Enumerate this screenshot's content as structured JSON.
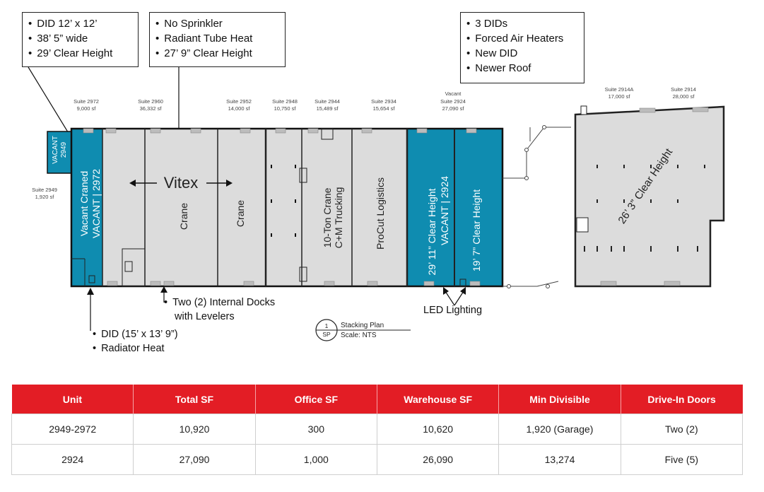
{
  "callouts": {
    "left": [
      "DID 12’ x 12’",
      "38’ 5” wide",
      "29’ Clear Height"
    ],
    "middle": [
      "No Sprinkler",
      "Radiant Tube Heat",
      "27’ 9” Clear Height"
    ],
    "right": [
      "3 DIDs",
      "Forced Air Heaters",
      "New DID",
      "Newer Roof"
    ]
  },
  "suites": {
    "s2972": {
      "name": "Suite 2972",
      "sf": "9,000 sf"
    },
    "s2960": {
      "name": "Suite 2960",
      "sf": "36,332 sf"
    },
    "s2952": {
      "name": "Suite 2952",
      "sf": "14,000 sf"
    },
    "s2948": {
      "name": "Suite 2948",
      "sf": "10,750 sf"
    },
    "s2944": {
      "name": "Suite 2944",
      "sf": "15,489 sf"
    },
    "s2934": {
      "name": "Suite 2934",
      "sf": "15,654 sf"
    },
    "s2924": {
      "status": "Vacant",
      "name": "Suite 2924",
      "sf": "27,090 sf"
    },
    "s2914a": {
      "name": "Suite 2914A",
      "sf": "17,000 sf"
    },
    "s2914": {
      "name": "Suite 2914",
      "sf": "28,000 sf"
    },
    "s2949": {
      "name": "Suite 2949",
      "sf": "1,920 sf"
    }
  },
  "plan_labels": {
    "vacant_2949_a": "VACANT",
    "vacant_2949_b": "2949",
    "vacant_craned": "Vacant Craned",
    "vacant_2972": "VACANT | 2972",
    "vitex": "Vitex",
    "crane_1": "Crane",
    "crane_2": "Crane",
    "tenant_cm_a": "10-Ton Crane",
    "tenant_cm_b": "C+M Trucking",
    "procut": "ProCut Logistics",
    "clear_29": "29’ 11” Clear Height",
    "vacant_2924": "VACANT | 2924",
    "clear_19": "19’ 7” Clear Height",
    "clear_26": "26’ 3” Clear Height"
  },
  "notes": {
    "docks_1": "Two (2) Internal Docks",
    "docks_2": "with Levelers",
    "led": "LED Lighting",
    "did_1": "DID (15’ x 13’ 9”)",
    "did_2": "Radiator Heat"
  },
  "stacking": {
    "num": "1",
    "code": "SP",
    "title": "Stacking Plan",
    "scale": "Scale: NTS"
  },
  "colors": {
    "vacant": "#0f8cb0",
    "floor": "#dcdcdc",
    "accent": "#e31d25"
  },
  "table": {
    "headers": [
      "Unit",
      "Total SF",
      "Office SF",
      "Warehouse SF",
      "Min Divisible",
      "Drive-In Doors"
    ],
    "rows": [
      [
        "2949-2972",
        "10,920",
        "300",
        "10,620",
        "1,920 (Garage)",
        "Two (2)"
      ],
      [
        "2924",
        "27,090",
        "1,000",
        "26,090",
        "13,274",
        "Five (5)"
      ]
    ]
  }
}
